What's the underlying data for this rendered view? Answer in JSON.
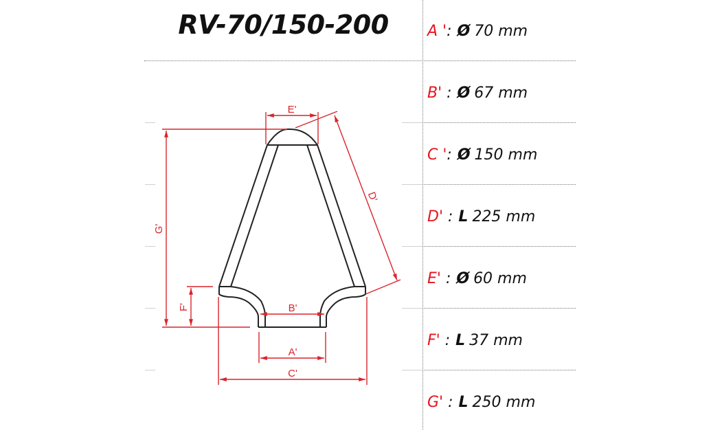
{
  "title": "RV-70/150-200",
  "colors": {
    "label": "#e8141e",
    "dimension": "#d9242c",
    "outline": "#222222",
    "grid": "#777777"
  },
  "specs": [
    {
      "label": "A '",
      "sep": ":",
      "symbol": "Ø",
      "value": "70 mm"
    },
    {
      "label": "B'",
      "sep": " :",
      "symbol": "Ø",
      "value": "67 mm"
    },
    {
      "label": "C '",
      "sep": ":",
      "symbol": "Ø",
      "value": "150 mm"
    },
    {
      "label": "D'",
      "sep": " :",
      "symbol": "L",
      "value": "225 mm"
    },
    {
      "label": "E'",
      "sep": " :",
      "symbol": "Ø",
      "value": "60 mm"
    },
    {
      "label": "F'",
      "sep": " :",
      "symbol": "L",
      "value": "37 mm"
    },
    {
      "label": "G'",
      "sep": " :",
      "symbol": "L",
      "value": "250 mm"
    }
  ],
  "drawing": {
    "dimension_labels": {
      "A": "A'",
      "B": "B'",
      "C": "C'",
      "D": "D'",
      "E": "E'",
      "F": "F'",
      "G": "G'"
    }
  }
}
